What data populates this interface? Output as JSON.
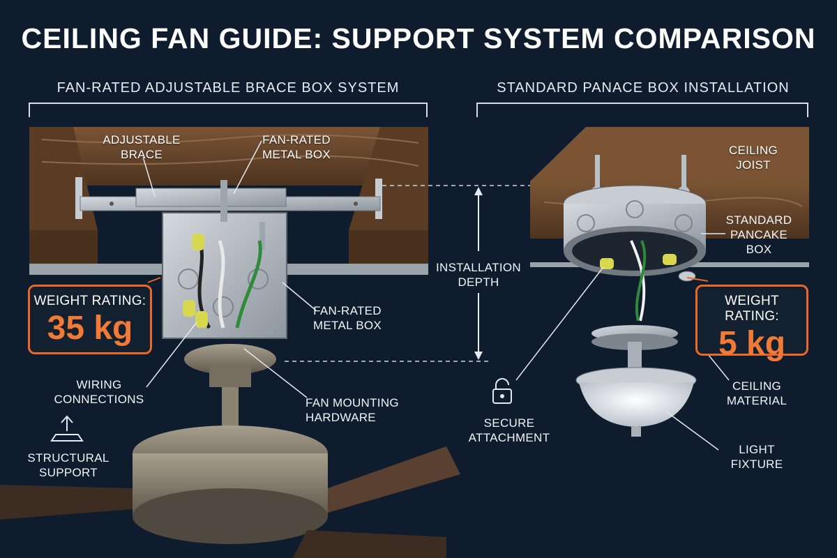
{
  "title": "CEILING FAN GUIDE: SUPPORT SYSTEM COMPARISON",
  "left": {
    "section_title": "FAN-RATED ADJUSTABLE BRACE BOX SYSTEM",
    "labels": {
      "adjustable_brace": "ADJUSTABLE\nBRACE",
      "fan_rated_metal_box_top": "FAN-RATED\nMETAL BOX",
      "fan_rated_metal_box_side": "FAN-RATED\nMETAL BOX",
      "wiring_connections": "WIRING\nCONNECTIONS",
      "fan_mounting_hardware": "FAN MOUNTING\nHARDWARE",
      "structural_support": "STRUCTURAL\nSUPPORT"
    },
    "weight_caption": "WEIGHT RATING:",
    "weight_value": "35 kg"
  },
  "middle": {
    "installation_depth": "INSTALLATION\nDEPTH"
  },
  "right": {
    "section_title": "STANDARD PANACE BOX INSTALLATION",
    "labels": {
      "ceiling_joist": "CEILING\nJOIST",
      "standard_pancake_box": "STANDARD\nPANCAKE\nBOX",
      "ceiling_material": "CEILING\nMATERIAL",
      "secure_attachment": "SECURE\nATTACHMENT",
      "light_fixture": "LIGHT\nFIXTURE"
    },
    "weight_caption": "WEIGHT RATING:",
    "weight_value": "5 kg"
  },
  "colors": {
    "background": "#0f1c2d",
    "accent": "#e8692b",
    "wood": "#6b4a2f",
    "metal": "#b9c0c7"
  },
  "icons": [
    "up-arrow-support-icon",
    "padlock-icon"
  ]
}
